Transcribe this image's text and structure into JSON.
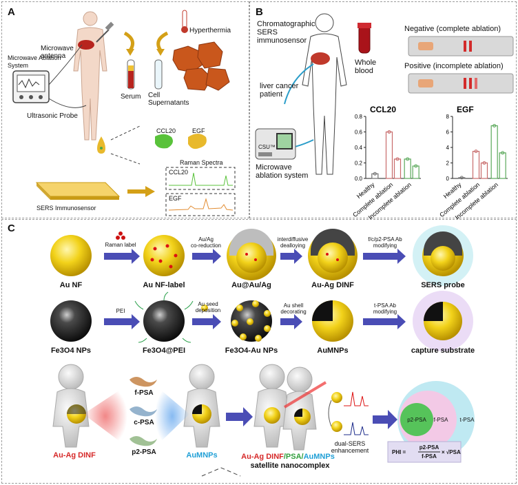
{
  "colors": {
    "gold": "#d4a017",
    "arrow_blue": "#4a4db5",
    "green": "#59c23a",
    "red_label": "#d62828",
    "cyan_label": "#1f9fd6",
    "psa_green": "#2f9e3a"
  },
  "panelA": {
    "label": "A",
    "microwave_antenna": "Microwave\nantenna",
    "ablation_system": "Microwave Ablation\nSystem",
    "ultrasonic_probe": "Ultrasonic Probe",
    "hyperthermia": "Hyperthermia",
    "serum": "Serum",
    "cell_supernatants": "Cell\nSupernatants",
    "ccl20": "CCL20",
    "egf": "EGF",
    "raman_spectra": "Raman Spectra",
    "spec_ccl20": "CCL20",
    "spec_egf": "EGF",
    "sers_immunosensor": "SERS Immunosensor"
  },
  "panelB": {
    "label": "B",
    "chromatographic": "Chromatographic\nSERS\nimmunosensor",
    "whole_blood": "Whole\nblood",
    "liver_patient": "liver cancer\npatient",
    "microwave_system": "Microwave\nablation system",
    "negative": "Negative (complete ablation)",
    "positive": "Positive (incomplete ablation)",
    "device_brand": "CSU™"
  },
  "chart_data": [
    {
      "type": "bar",
      "title": "CCL20",
      "categories": [
        "Healthy",
        "Complete ablation",
        "Incomplete ablation"
      ],
      "values": [
        0.06,
        0.6,
        0.25
      ],
      "values_secondary": [
        null,
        0.25,
        0.16
      ],
      "ylim": [
        0,
        0.8
      ],
      "yticks": [
        "0.0",
        "0.2",
        "0.4",
        "0.6",
        "0.8"
      ]
    },
    {
      "type": "bar",
      "title": "EGF",
      "categories": [
        "Healthy",
        "Complete ablation",
        "Incomplete ablation"
      ],
      "values": [
        0.1,
        3.5,
        6.8
      ],
      "values_secondary": [
        null,
        2.0,
        3.3
      ],
      "ylim": [
        0,
        8
      ],
      "yticks": [
        "0",
        "2",
        "4",
        "6",
        "8"
      ]
    }
  ],
  "panelC": {
    "label": "C",
    "row1": [
      "Au NF",
      "Au NF-label",
      "Au@Au/Ag",
      "Au-Ag DINF",
      "SERS probe"
    ],
    "row1_arrows": [
      "Raman label",
      "Au/Ag\nco-reduction",
      "interdiffusive\ndealloying",
      "f/c/p2-PSA Ab\nmodifying"
    ],
    "row2": [
      "Fe3O4 NPs",
      "Fe3O4@PEI",
      "Fe3O4-Au NPs",
      "AuMNPs",
      "capture substrate"
    ],
    "row2_arrows": [
      "PEI",
      "Au seed\ndeposition",
      "Au shell\ndecorating",
      "t-PSA Ab\nmodifying"
    ],
    "f_psa": "f-PSA",
    "c_psa": "c-PSA",
    "p2_psa": "p2-PSA",
    "au_ag_dinf": "Au-Ag DINF",
    "aumnps": "AuMNPs",
    "complex_a": "Au-Ag DINF",
    "complex_b": "/PSA/",
    "complex_c": "AuMNPs",
    "satellite": "satellite nanocomplex",
    "dual_sers": "dual-SERS\nenhancement",
    "venn_p2": "p2-PSA",
    "venn_f": "f-PSA",
    "venn_t": "t-PSA",
    "phi_prefix": "PHI = ",
    "phi_num": "p2-PSA",
    "phi_den": "f-PSA",
    "phi_suffix": "× √PSA"
  }
}
